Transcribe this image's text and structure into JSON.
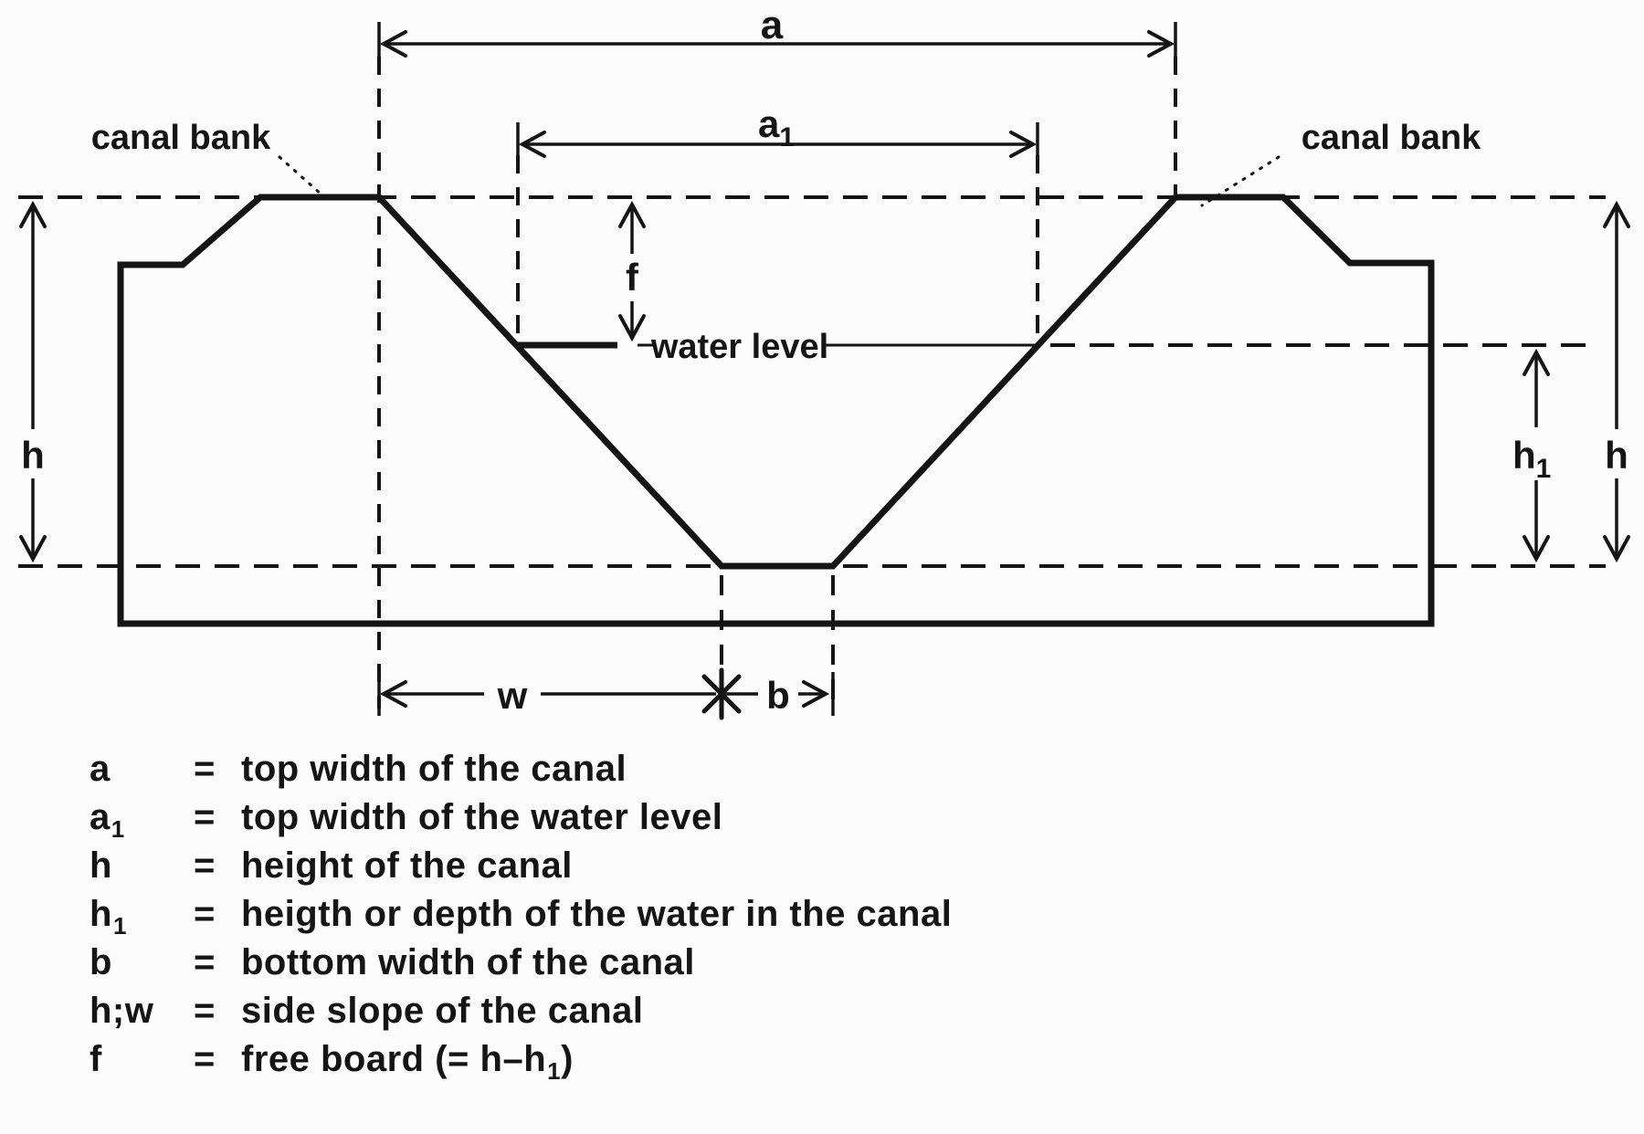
{
  "colors": {
    "ink": "#151515",
    "paper": "#fcfcfc"
  },
  "diagram": {
    "labels": {
      "a": "a",
      "a1_base": "a",
      "a1_sub": "1",
      "h_left": "h",
      "h_right": "h",
      "h1_base": "h",
      "h1_sub": "1",
      "f": "f",
      "w": "w",
      "b": "b",
      "water_level": "water level",
      "canal_bank_left": "canal bank",
      "canal_bank_right": "canal bank"
    }
  },
  "legend": {
    "rows": [
      {
        "term": "a",
        "term_sub": "",
        "eq": "=",
        "desc": "top width of the canal",
        "desc_sub": "",
        "desc_tail": ""
      },
      {
        "term": "a",
        "term_sub": "1",
        "eq": "=",
        "desc": "top width of the water level",
        "desc_sub": "",
        "desc_tail": ""
      },
      {
        "term": "h",
        "term_sub": "",
        "eq": "=",
        "desc": "height of the canal",
        "desc_sub": "",
        "desc_tail": ""
      },
      {
        "term": "h",
        "term_sub": "1",
        "eq": "=",
        "desc": "heigth or depth of the water in the canal",
        "desc_sub": "",
        "desc_tail": ""
      },
      {
        "term": "b",
        "term_sub": "",
        "eq": "=",
        "desc": "bottom width of the canal",
        "desc_sub": "",
        "desc_tail": ""
      },
      {
        "term": "h;w",
        "term_sub": "",
        "eq": "=",
        "desc": "side slope of the canal",
        "desc_sub": "",
        "desc_tail": ""
      },
      {
        "term": "f",
        "term_sub": "",
        "eq": "=",
        "desc": "free board (= h–h",
        "desc_sub": "1",
        "desc_tail": ")"
      }
    ]
  }
}
